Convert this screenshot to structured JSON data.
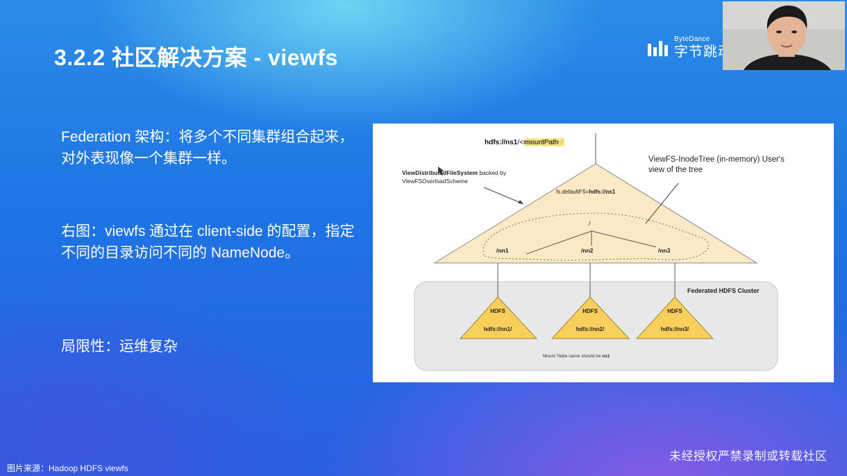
{
  "slide": {
    "title": "3.2.2 社区解决方案 - viewfs",
    "logo": {
      "en": "ByteDance",
      "cn": "字节跳动"
    },
    "paragraphs": [
      "Federation 架构：将多个不同集群组合起来，对外表现像一个集群一样。",
      "右图：viewfs 通过在 client-side 的配置，指定不同的目录访问不同的 NameNode。",
      "局限性：运维复杂"
    ],
    "caption": "图片来源：Hadoop HDFS viewfs",
    "watermark": "未经授权严禁录制或转载社区"
  },
  "diagram": {
    "uri_prefix": "hdfs://",
    "uri_ns": "ns1",
    "uri_slash_lt": "/<",
    "uri_mount": "mountPath",
    "uri_end": ">/",
    "client_fs_bold": "ViewDistributedFileSystem",
    "client_fs_rest": " backed by",
    "client_fs_line2": "ViewFSOverloadScheme",
    "inode_tree_line1": "ViewFS-InodeTree (in-memory) User's",
    "inode_tree_line2": "view of the tree",
    "default_fs_label": "fs.defaultFS=",
    "default_fs_value": "hdfs://ns1",
    "root": "/",
    "mounts": [
      "/nn1",
      "/nn2",
      "/nn3"
    ],
    "cluster_label": "Federated HDFS Cluster",
    "hdfs_label": "HDFS",
    "clusters": [
      "hdfs://nn1/",
      "hdfs://nn2/",
      "hdfs://nn3/"
    ],
    "mount_note_prefix": "Mount Table name should be ",
    "mount_note_value": "ns1"
  },
  "colors": {
    "triangle_fill": "#fbe9c5",
    "hdfs_fill": "#f7cf5a",
    "cluster_box": "#e8e8e8",
    "highlight": "#f5e16a"
  }
}
